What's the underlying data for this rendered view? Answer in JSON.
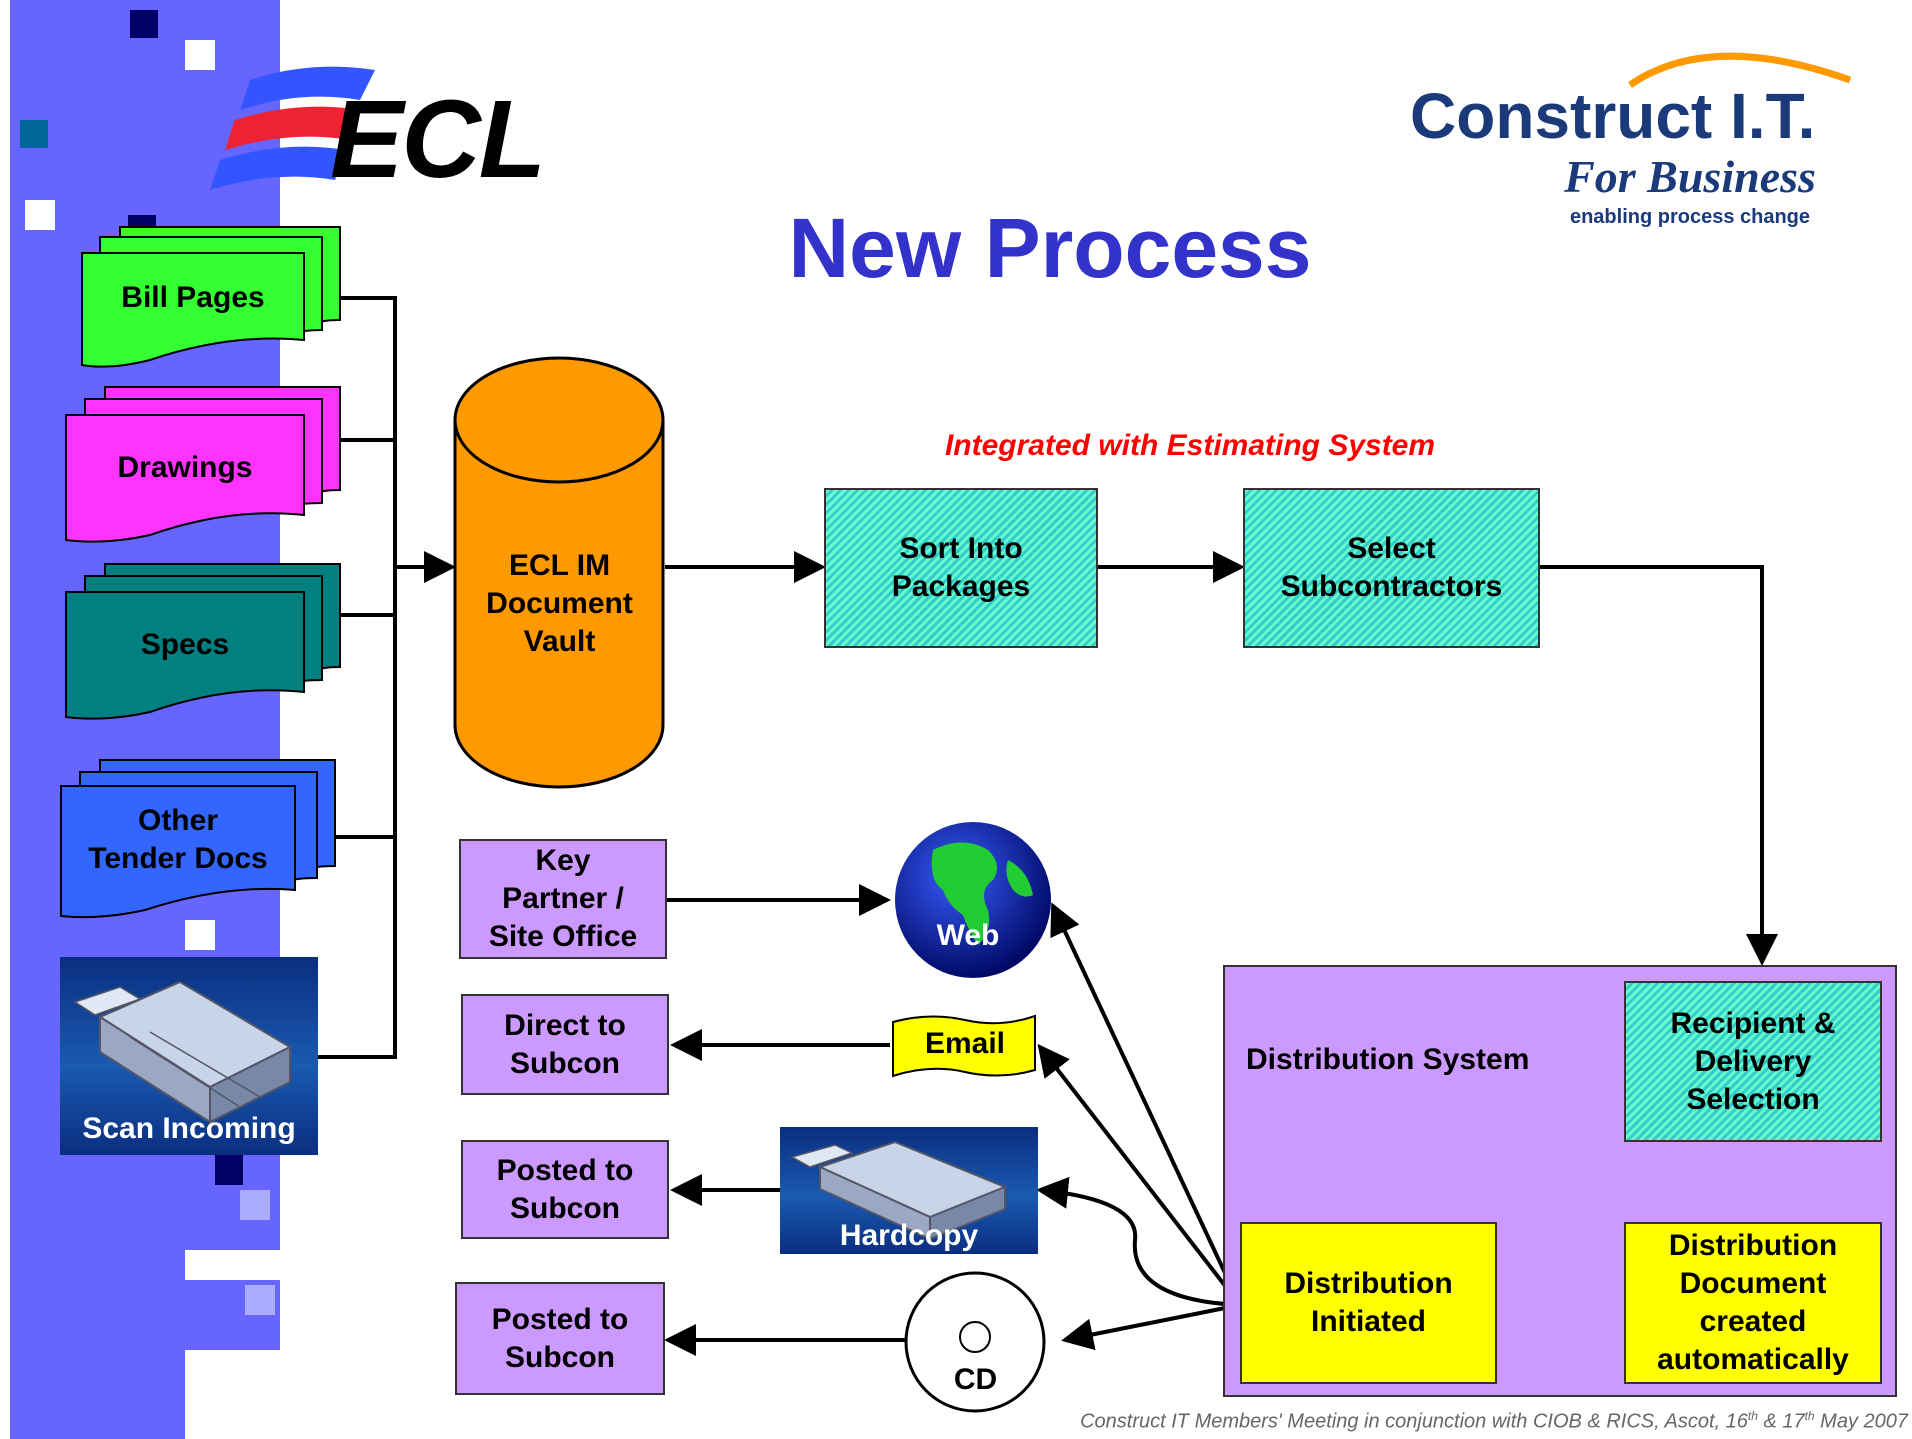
{
  "title": "New Process",
  "logos": {
    "ecl": "ECL",
    "construct_it": "Construct I.T.",
    "for_business": "For Business",
    "tagline": "enabling process change"
  },
  "documents": {
    "bill_pages": "Bill Pages",
    "drawings": "Drawings",
    "specs": "Specs",
    "other_tender_line1": "Other",
    "other_tender_line2": "Tender Docs",
    "scan_incoming": "Scan Incoming"
  },
  "vault": {
    "line1": "ECL IM",
    "line2": "Document",
    "line3": "Vault"
  },
  "integration_note": "Integrated with Estimating System",
  "process": {
    "sort_line1": "Sort Into",
    "sort_line2": "Packages",
    "select_line1": "Select",
    "select_line2": "Subcontractors"
  },
  "distribution": {
    "system_label": "Distribution System",
    "recipient_line1": "Recipient &",
    "recipient_line2": "Delivery",
    "recipient_line3": "Selection",
    "doc_line1": "Distribution",
    "doc_line2": "Document",
    "doc_line3": "created",
    "doc_line4": "automatically",
    "initiated_line1": "Distribution",
    "initiated_line2": "Initiated"
  },
  "channels": {
    "web": "Web",
    "email": "Email",
    "hardcopy": "Hardcopy",
    "cd": "CD"
  },
  "outputs": {
    "key_line1": "Key",
    "key_line2": "Partner /",
    "key_line3": "Site Office",
    "direct_line1": "Direct to",
    "direct_line2": "Subcon",
    "posted1_line1": "Posted to",
    "posted1_line2": "Subcon",
    "posted2_line1": "Posted to",
    "posted2_line2": "Subcon"
  },
  "footer": {
    "text": "Construct IT Members' Meeting in conjunction with CIOB & RICS, Ascot, 16",
    "sup1": "th",
    "mid": " & 17",
    "sup2": "th",
    "end": " May 2007"
  },
  "colors": {
    "title": "#3333cc",
    "sidebar": "#6666ff",
    "bill_pages": "#33ff33",
    "drawings": "#ff33ff",
    "specs": "#008080",
    "other_tender": "#3366ff",
    "vault": "#ff9900",
    "note": "#ff0000",
    "distribution_system": "#cc99ff",
    "box_purple": "#cc99ff",
    "box_yellow": "#ffff00"
  }
}
